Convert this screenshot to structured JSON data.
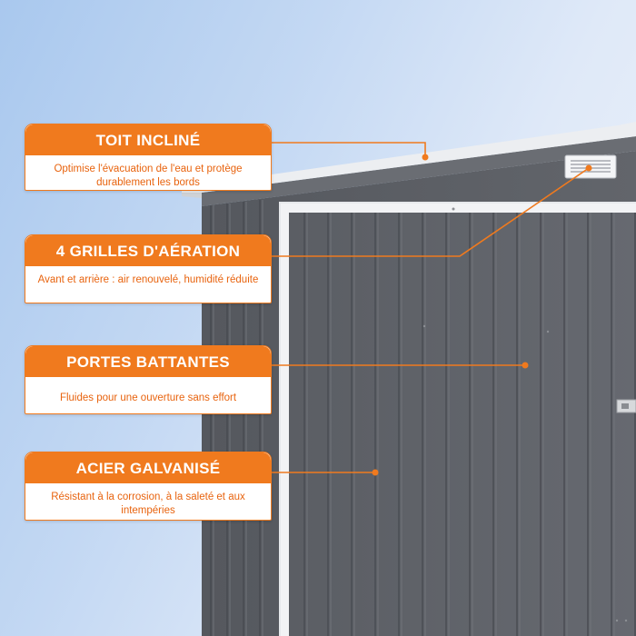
{
  "colors": {
    "accent": "#f07a1e",
    "accent_text": "#e8630e",
    "steel": "#5a5d63",
    "trim": "#e9ebee"
  },
  "callouts": [
    {
      "title": "TOIT INCLINÉ",
      "description": "Optimise l'évacuation de l'eau et protège durablement les bords"
    },
    {
      "title": "4 GRILLES D'AÉRATION",
      "description": "Avant et arrière : air renouvelé, humidité réduite"
    },
    {
      "title": "PORTES BATTANTES",
      "description": "Fluides pour une ouverture sans effort"
    },
    {
      "title": "ACIER GALVANISÉ",
      "description": "Résistant à la corrosion, à la saleté et aux intempéries"
    }
  ]
}
